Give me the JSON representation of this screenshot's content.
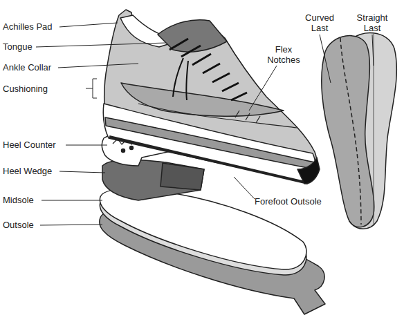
{
  "diagram": {
    "labels": [
      "Achilles Pad",
      "Curved Last",
      "Straight Last",
      "Tongue",
      "Flex Notches",
      "Ankle Collar",
      "Cushioning",
      "Heel Counter",
      "Heel Wedge",
      "Forefoot Outsole",
      "Midsole",
      "Outsole"
    ]
  }
}
